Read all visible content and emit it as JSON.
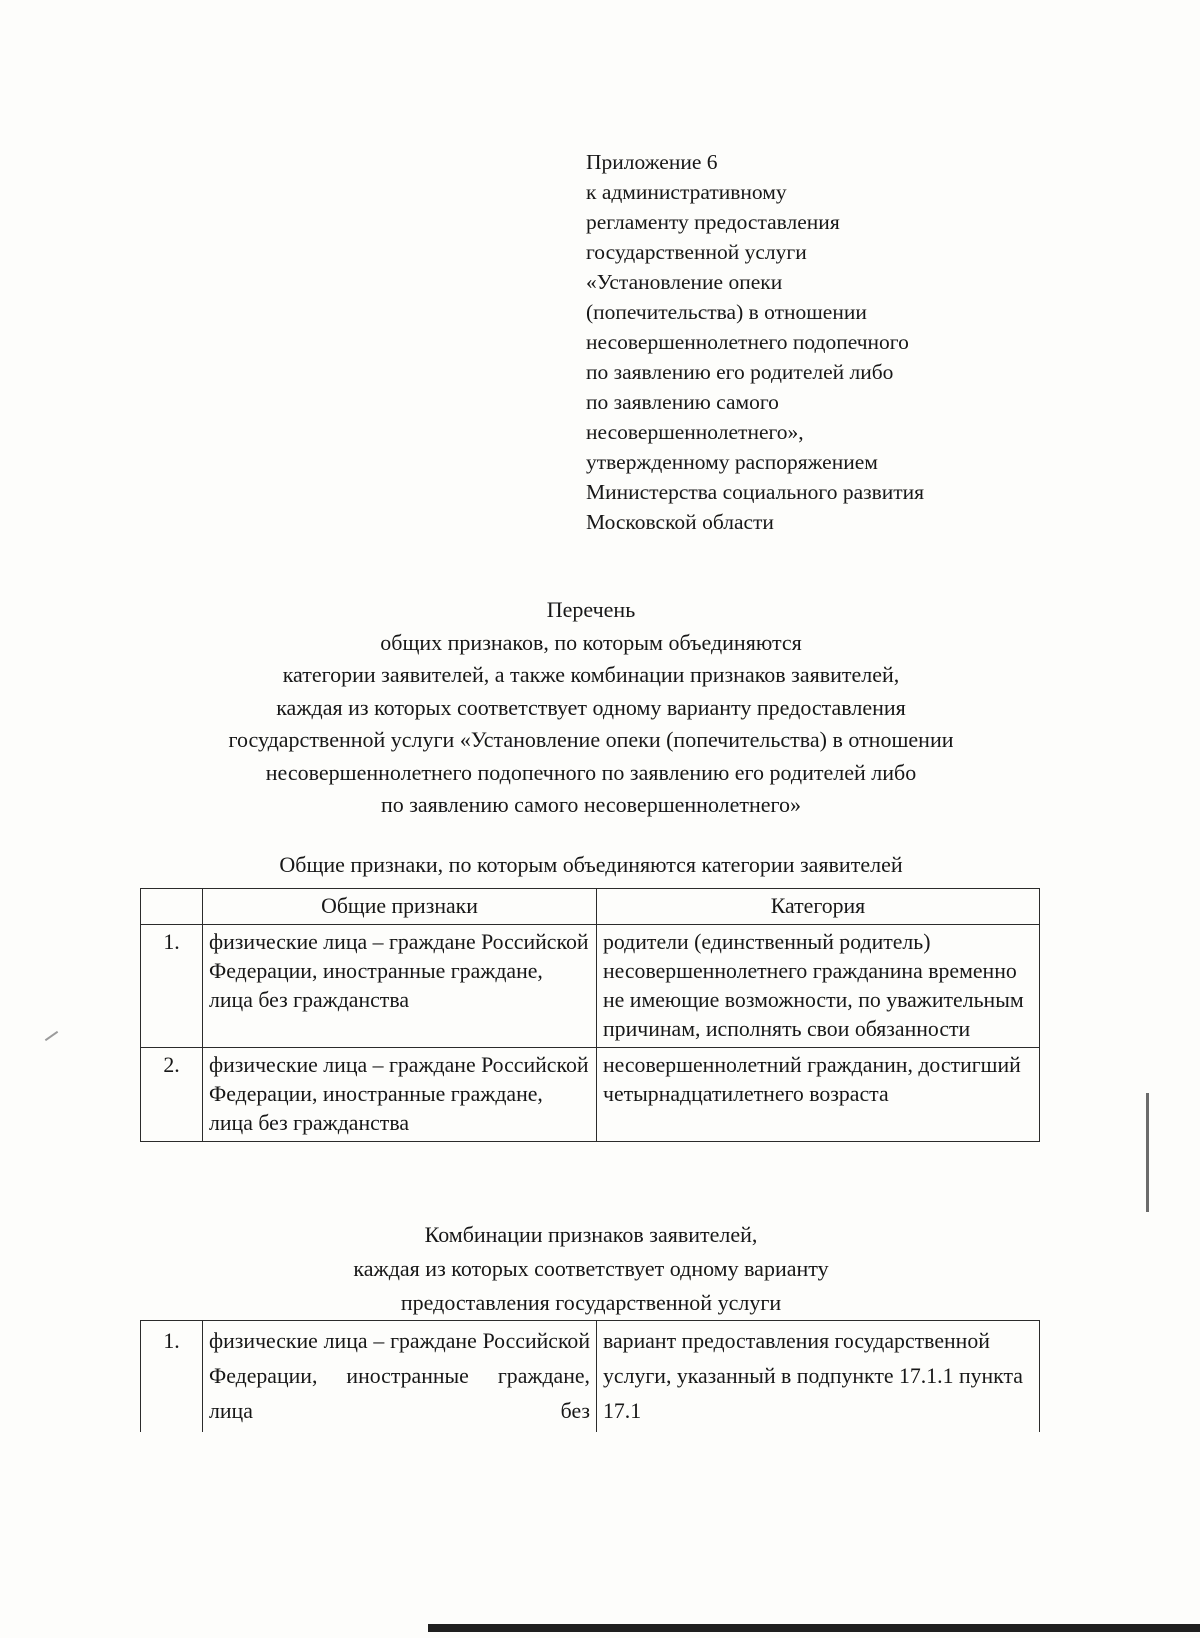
{
  "colors": {
    "page_background": "#fdfdfb",
    "text": "#171717",
    "table_border": "#2b2b2b"
  },
  "header_block": {
    "lines": [
      "Приложение 6",
      "к административному",
      "регламенту предоставления",
      "государственной услуги",
      "«Установление опеки",
      "(попечительства) в отношении",
      "несовершеннолетнего подопечного",
      "по заявлению его родителей либо",
      "по заявлению самого",
      "несовершеннолетнего»,",
      "утвержденному распоряжением",
      "Министерства социального развития",
      "Московской области"
    ]
  },
  "title_block": {
    "lines": [
      "Перечень",
      "общих признаков, по которым объединяются",
      "категории заявителей, а также комбинации признаков заявителей,",
      "каждая из которых соответствует одному варианту предоставления",
      "государственной услуги «Установление опеки (попечительства) в отношении",
      "несовершеннолетнего подопечного по заявлению его родителей либо",
      "по заявлению самого несовершеннолетнего»"
    ]
  },
  "table1": {
    "caption": "Общие признаки, по которым объединяются категории заявителей",
    "col_headers": [
      "",
      "Общие признаки",
      "Категория"
    ],
    "rows": [
      {
        "num": "1.",
        "feature": "физические лица – граждане Российской Федерации, иностранные граждане, лица без гражданства",
        "category": "родители (единственный родитель) несовершеннолетнего гражданина временно не имеющие возможности, по уважительным причинам, исполнять свои обязанности"
      },
      {
        "num": "2.",
        "feature": "физические лица – граждане Российской Федерации, иностранные граждане, лица без гражданства",
        "category": "несовершеннолетний гражданин, достигший четырнадцатилетнего возраста"
      }
    ]
  },
  "section2": {
    "title_lines": [
      "Комбинации признаков заявителей,",
      "каждая из которых соответствует одному варианту",
      "предоставления государственной услуги"
    ]
  },
  "table2": {
    "rows": [
      {
        "num": "1.",
        "feature": "физические лица – граждане Российской Федерации, иностранные граждане, лица без",
        "variant": "вариант предоставления государственной услуги, указанный в подпункте 17.1.1 пункта 17.1"
      }
    ]
  }
}
